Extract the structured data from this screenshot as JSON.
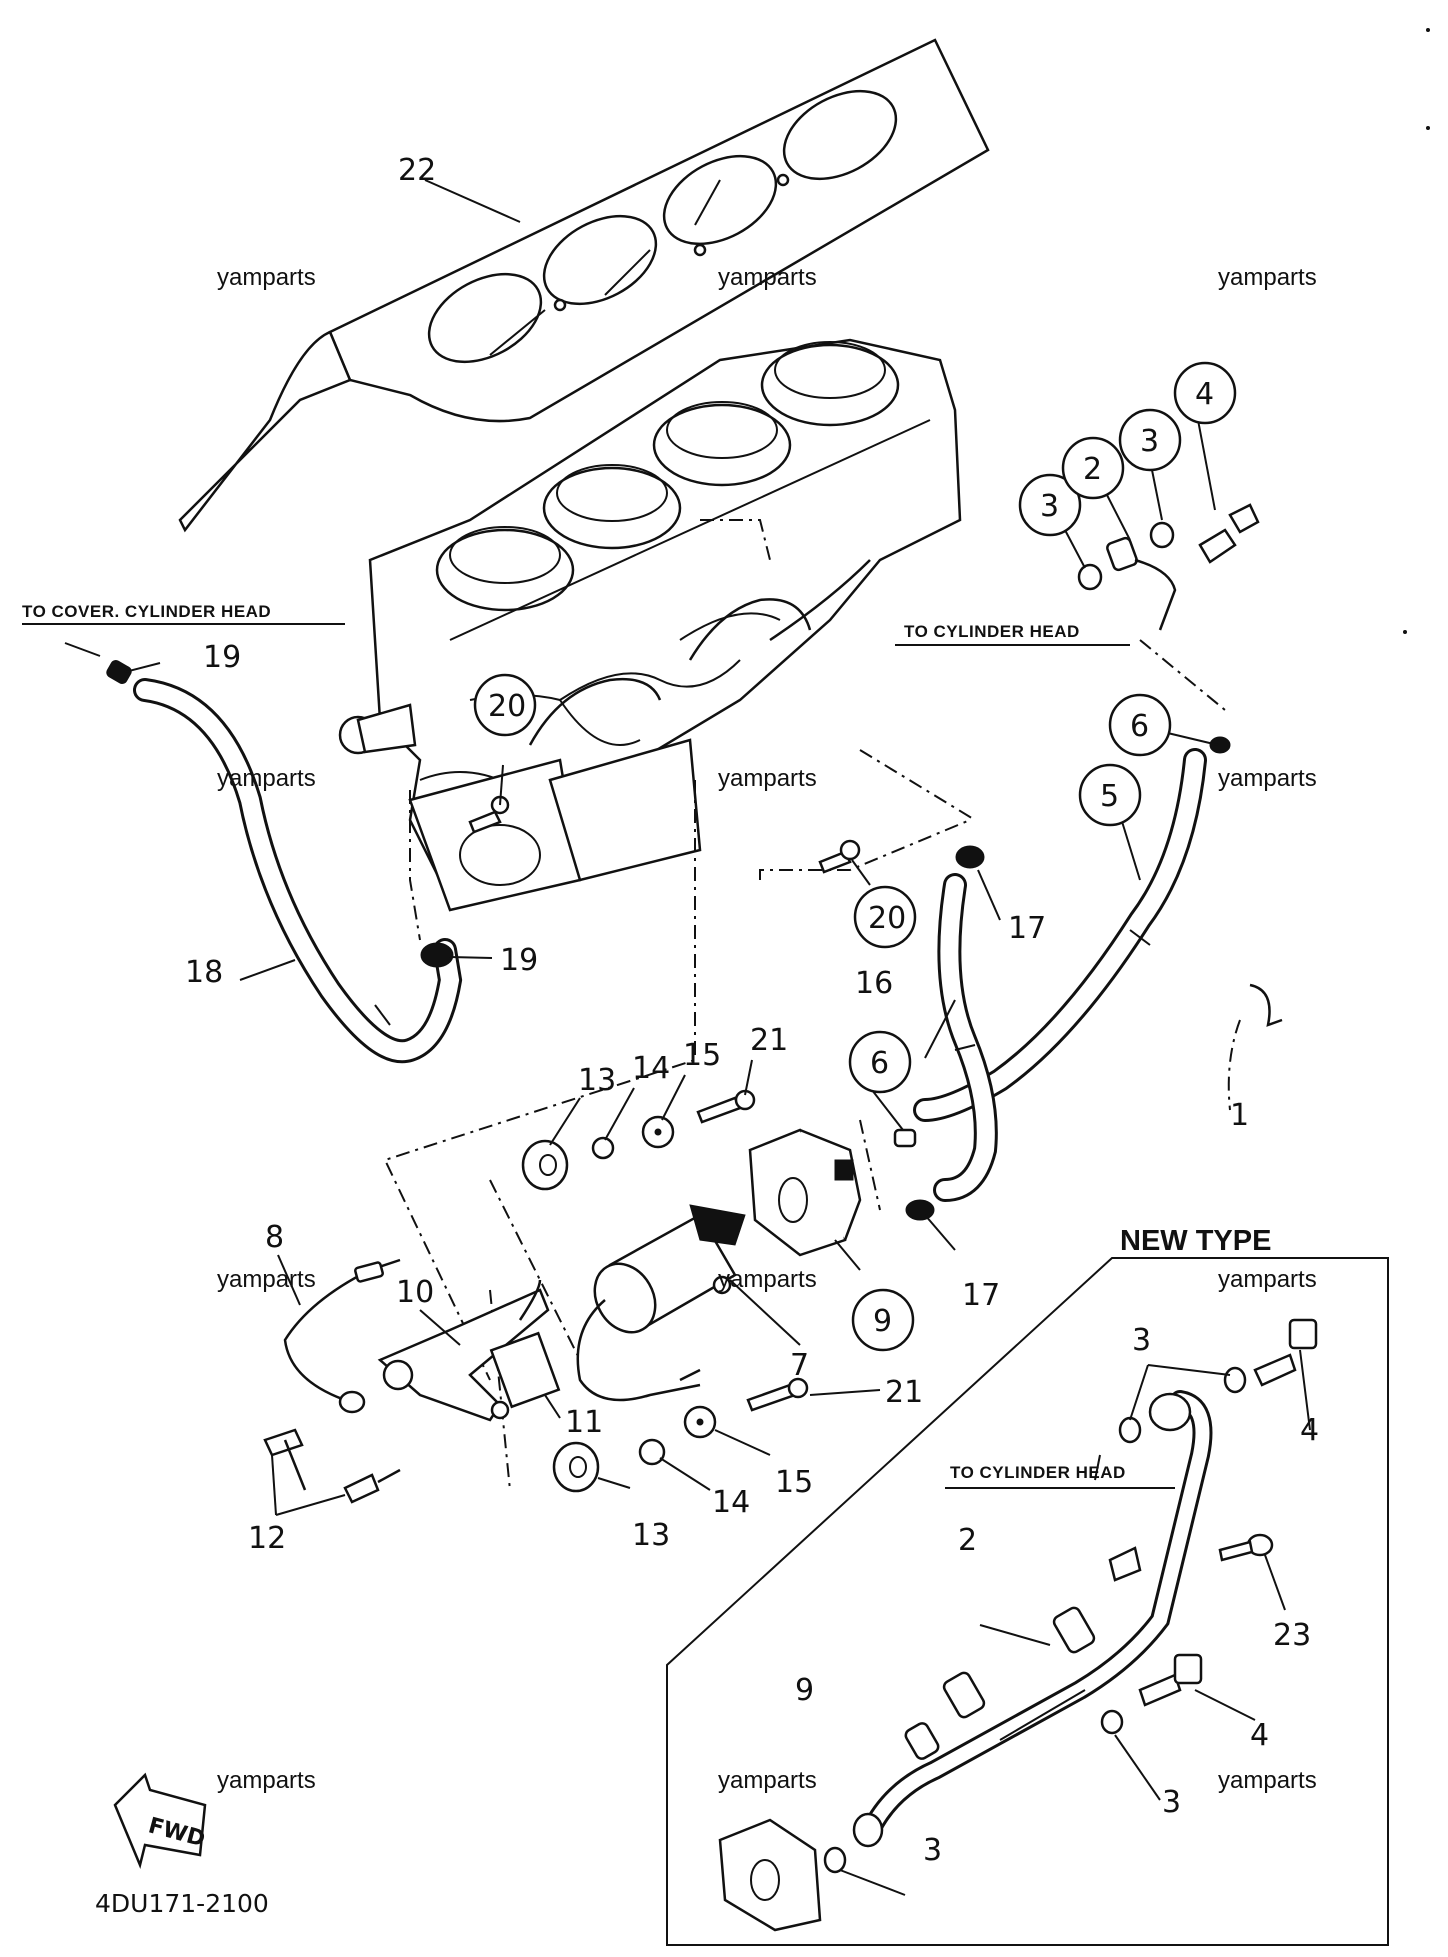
{
  "diagram": {
    "code": "4DU171-2100",
    "watermark": "yamparts",
    "notes": {
      "to_cover_cylinder_head": "TO COVER. CYLINDER HEAD",
      "to_cylinder_head_top": "TO CYLINDER HEAD",
      "to_cylinder_head_newtype": "TO CYLINDER HEAD"
    },
    "new_type_title": "NEW TYPE",
    "fwd_label": "FWD",
    "callouts": {
      "c1": "1",
      "c2": "2",
      "c3a": "3",
      "c3b": "3",
      "c4": "4",
      "c5": "5",
      "c6a": "6",
      "c6b": "6",
      "c7": "7",
      "c8": "8",
      "c9": "9",
      "c10": "10",
      "c11": "11",
      "c12": "12",
      "c13a": "13",
      "c13b": "13",
      "c14a": "14",
      "c14b": "14",
      "c15a": "15",
      "c15b": "15",
      "c16": "16",
      "c17a": "17",
      "c17b": "17",
      "c18": "18",
      "c19a": "19",
      "c19b": "19",
      "c20a": "20",
      "c20b": "20",
      "c21a": "21",
      "c21b": "21",
      "c22": "22",
      "n2": "2",
      "n3a": "3",
      "n3b": "3",
      "n3c": "3",
      "n4a": "4",
      "n4b": "4",
      "n9": "9",
      "n23": "23"
    }
  }
}
